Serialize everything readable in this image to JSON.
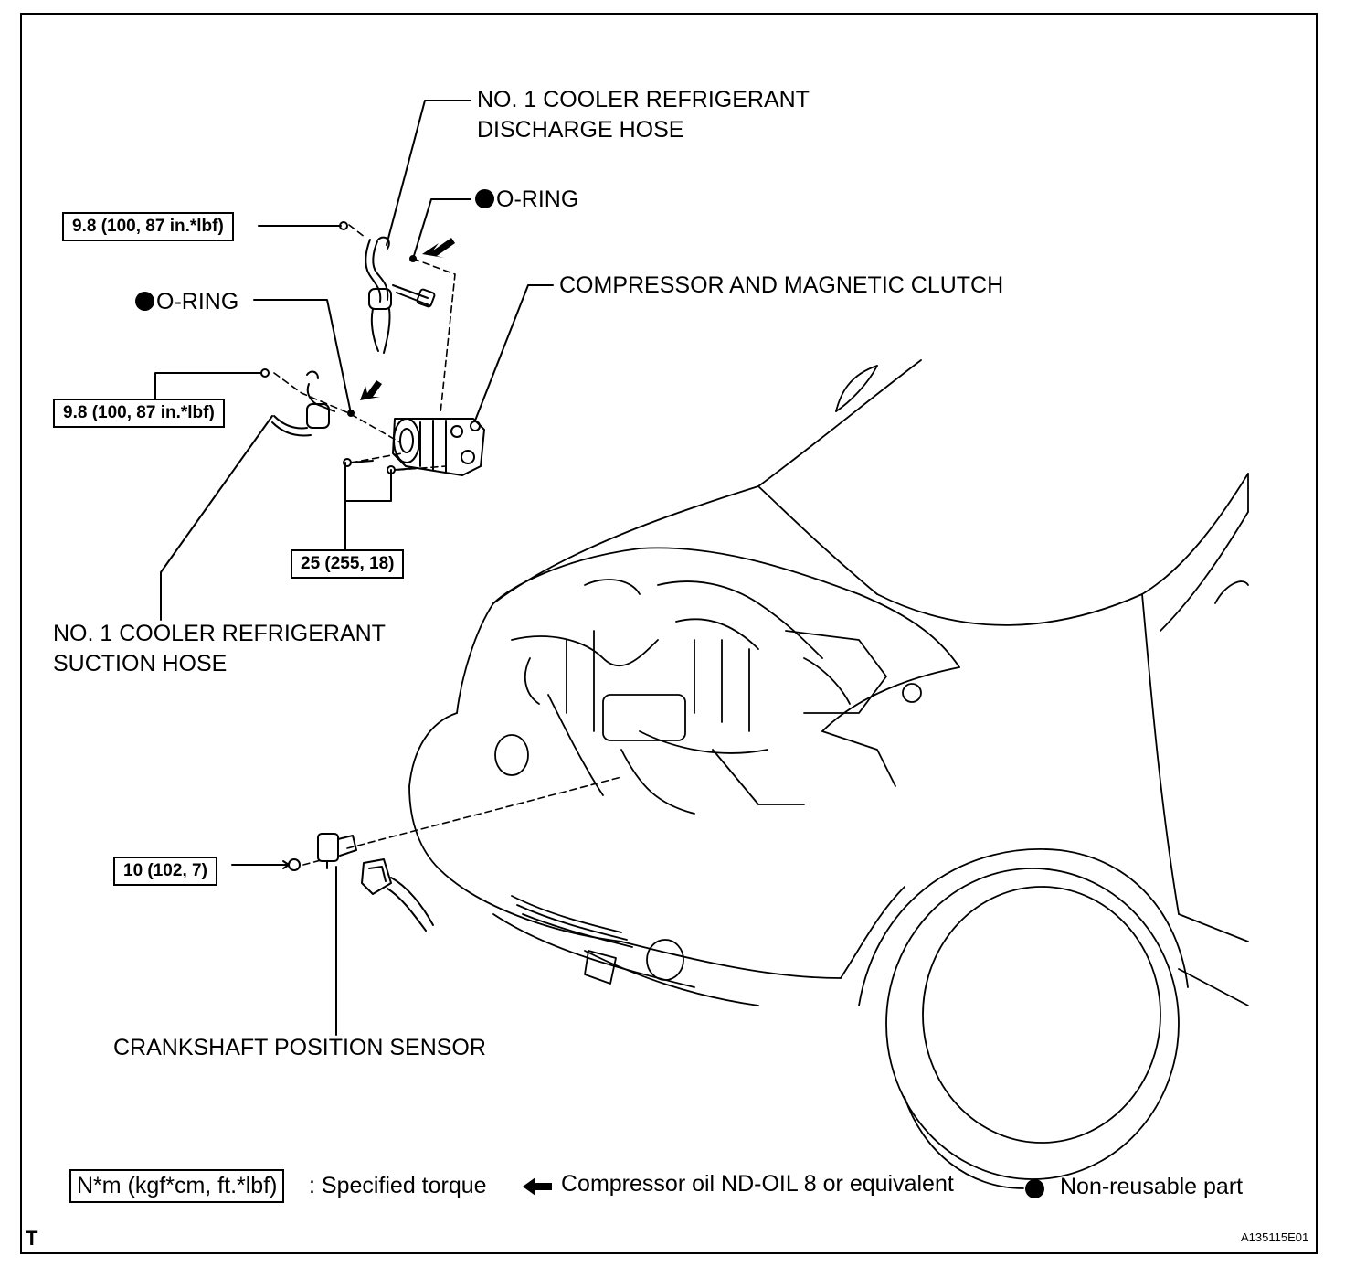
{
  "labels": {
    "discharge_hose_line1": "NO. 1 COOLER REFRIGERANT",
    "discharge_hose_line2": "DISCHARGE HOSE",
    "oring_upper": "O-RING",
    "oring_left": "O-RING",
    "compressor": "COMPRESSOR AND MAGNETIC CLUTCH",
    "suction_hose_line1": "NO. 1 COOLER REFRIGERANT",
    "suction_hose_line2": "SUCTION HOSE",
    "crank_sensor": "CRANKSHAFT POSITION SENSOR"
  },
  "torques": {
    "discharge_bolt": "9.8 (100, 87 in.*lbf)",
    "suction_bolt": "9.8 (100, 87 in.*lbf)",
    "compressor_bolts": "25 (255, 18)",
    "sensor_bolt": "10 (102, 7)"
  },
  "legend": {
    "torque_units": "N*m (kgf*cm, ft.*lbf)",
    "torque_text": ": Specified torque",
    "oil_text": "Compressor oil ND-OIL 8 or equivalent",
    "nonreusable_text": "Non-reusable part"
  },
  "corner_mark": "T",
  "figure_id": "A135115E01"
}
